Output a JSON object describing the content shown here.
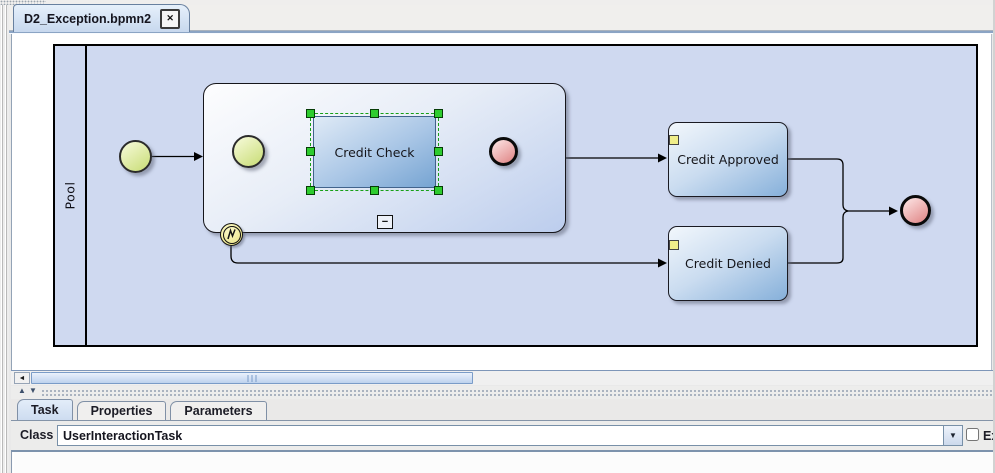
{
  "window": {
    "editor_tab": {
      "title": "D2_Exception.bpmn2",
      "close_icon": "✕"
    }
  },
  "diagram": {
    "pool_label": "Pool",
    "nodes": {
      "credit_check": "Credit Check",
      "credit_approved": "Credit Approved",
      "credit_denied": "Credit Denied"
    },
    "subprocess_collapse_glyph": "−"
  },
  "scrollbar": {
    "left_arrow_glyph": "◄"
  },
  "splitter": {
    "up_glyph": "▲",
    "down_glyph": "▼"
  },
  "bottom_panel": {
    "tabs": [
      {
        "label": "Task",
        "selected": true
      },
      {
        "label": "Properties",
        "selected": false
      },
      {
        "label": "Parameters",
        "selected": false
      }
    ],
    "class_field": {
      "label": "Class",
      "value": "UserInteractionTask",
      "dropdown_glyph": "▼"
    },
    "checkbox_label": "Ex"
  },
  "colors": {
    "pool_fill": "#cfd9f0",
    "task_blue": "#86b0da",
    "event_green": "#cfe184",
    "event_red_light": "#f9d9d9",
    "event_red_dark": "#e28d8d",
    "event_yellow": "#e8e07e",
    "marker_yellow": "#f0ee8a",
    "selection_green": "#2ecc2e",
    "tab_selected_blue": "#e6f0fb",
    "scroll_thumb": "#bed2ee"
  }
}
